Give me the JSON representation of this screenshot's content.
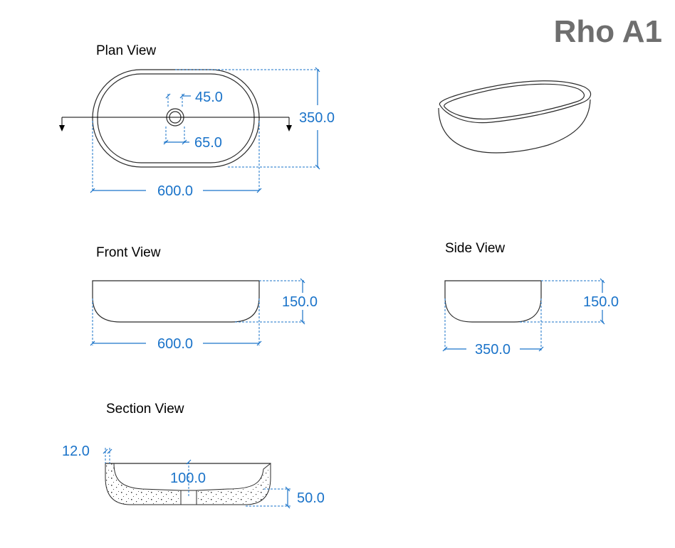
{
  "title": "Rho A1",
  "views": {
    "plan": "Plan View",
    "front": "Front View",
    "side": "Side View",
    "section": "Section View"
  },
  "dims": {
    "plan_hole_top": "45.0",
    "plan_hole_bottom": "65.0",
    "plan_depth": "350.0",
    "plan_width": "600.0",
    "front_height": "150.0",
    "front_width": "600.0",
    "side_height": "150.0",
    "side_depth": "350.0",
    "section_wall": "12.0",
    "section_center": "100.0",
    "section_base": "50.0"
  },
  "colors": {
    "dimension": "#1a73c9",
    "outline": "#2a2a2a",
    "title": "#6e6e6e"
  }
}
